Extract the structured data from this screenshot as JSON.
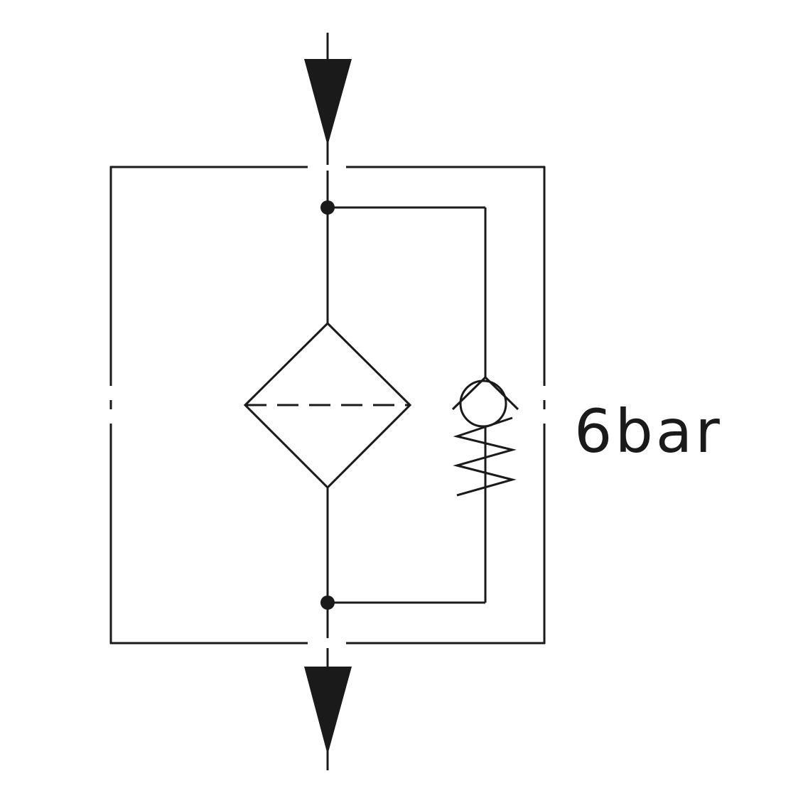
{
  "diagram": {
    "pressure_label": "6bar"
  },
  "colors": {
    "line": "#1a1a1a",
    "background": "#ffffff"
  },
  "components": [
    "inlet-arrow",
    "enclosure-boundary",
    "junction-dot-top",
    "filter-element",
    "bypass-check-valve",
    "spring",
    "junction-dot-bottom",
    "outlet-arrow"
  ]
}
